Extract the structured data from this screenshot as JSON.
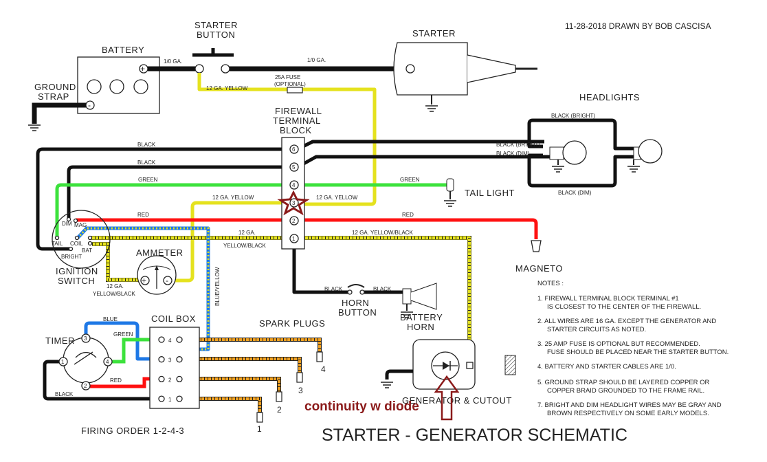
{
  "header": {
    "drawn_by": "11-28-2018 DRAWN BY BOB CASCISA",
    "title": "STARTER  - GENERATOR SCHEMATIC",
    "annotation": "continuity w diode"
  },
  "components": {
    "starter_button": [
      "STARTER",
      "BUTTON"
    ],
    "starter": "STARTER",
    "battery": "BATTERY",
    "ground_strap": [
      "GROUND",
      "STRAP"
    ],
    "fuse": [
      "25A FUSE",
      "(OPTIONAL)"
    ],
    "firewall_block": [
      "FIREWALL",
      "TERMINAL",
      "BLOCK"
    ],
    "terminals": [
      "6",
      "5",
      "4",
      "3",
      "2",
      "1"
    ],
    "headlights": "HEADLIGHTS",
    "tail_light": "TAIL LIGHT",
    "magneto": "MAGNETO",
    "ignition_switch": [
      "IGNITION",
      "SWITCH"
    ],
    "ignition_terminals": {
      "dim": "DIM",
      "mag": "MAG",
      "tail": "TAIL",
      "coil": "COIL",
      "bat": "BAT",
      "bright": "BRIGHT"
    },
    "ammeter": "AMMETER",
    "ammeter_plus": "+",
    "ammeter_minus": "-",
    "battery_plus": "+",
    "battery_minus": "-",
    "horn_button": [
      "HORN",
      "BUTTON"
    ],
    "battery_horn": [
      "BATTERY",
      "HORN"
    ],
    "coil_box": "COIL BOX",
    "coil_terminals": [
      "4",
      "3",
      "2",
      "1"
    ],
    "timer": "TIMER",
    "timer_terminals": [
      "3",
      "4",
      "1",
      "2"
    ],
    "spark_plugs": "SPARK PLUGS",
    "plug_numbers": [
      "4",
      "3",
      "2",
      "1"
    ],
    "firing_order": "FIRING ORDER 1-2-4-3",
    "generator": "GENERATOR & CUTOUT"
  },
  "wire_labels": {
    "bat_cable": "1/0 GA.",
    "starter_cable": "1/0 GA.",
    "fuse_wire": "12 GA. YELLOW",
    "black6": "BLACK",
    "black5": "BLACK",
    "green_left": "GREEN",
    "green_right": "GREEN",
    "yellow3_left": "12 GA. YELLOW",
    "yellow3_right": "12 GA. YELLOW",
    "red_left": "RED",
    "red_right": "RED",
    "yb_left1": "12 GA.",
    "yb_left2": "YELLOW/BLACK",
    "yb_right": "12 GA. YELLOW/BLACK",
    "amm1": "12 GA.",
    "amm2": "YELLOW/BLACK",
    "blue_yellow": "BLUE/YELLOW",
    "horn_black1": "BLACK",
    "horn_black2": "BLACK",
    "head_bright_outer": "BLACK (BRIGHT)",
    "head_dim_outer": "BLACK (DIM)",
    "head_bright_inner": "BLACK (BRIGHT)",
    "head_dim_inner": "BLACK (DIM)",
    "timer_blue": "BLUE",
    "timer_green": "GREEN",
    "timer_red": "RED",
    "timer_black": "BLACK"
  },
  "notes": {
    "heading": "NOTES :",
    "lines": [
      "1. FIREWALL TERMINAL BLOCK TERMINAL #1",
      "IS CLOSEST TO THE CENTER OF THE FIREWALL.",
      "2. ALL WIRES ARE 16 GA. EXCEPT THE GENERATOR AND",
      "STARTER CIRCUITS AS NOTED.",
      "3. 25 AMP FUSE IS OPTIONAL BUT RECOMMENDED.",
      "FUSE SHOULD BE PLACED NEAR THE STARTER BUTTON.",
      "4. BATTERY AND STARTER CABLES ARE 1/0.",
      "5. GROUND STRAP SHOULD BE LAYERED COPPER OR",
      "COPPER BRAID GROUNDED TO THE FRAME RAIL.",
      "7. BRIGHT AND DIM HEADLIGHT WIRES MAY BE GRAY AND",
      "BROWN RESPECTIVELY ON SOME EARLY MODELS."
    ]
  },
  "colors": {
    "black": "#111111",
    "yellow": "#e5e21e",
    "green": "#3ce23c",
    "red": "#ff1010",
    "blue": "#1e78e6",
    "orange": "#f0a020",
    "annotation": "#8b1a1a"
  }
}
